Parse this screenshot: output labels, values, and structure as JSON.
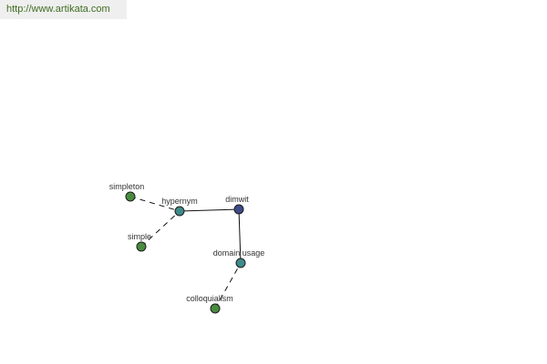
{
  "header": {
    "url": "http://www.artikata.com"
  },
  "graph": {
    "nodes": [
      {
        "id": "simpleton",
        "label": "simpleton",
        "kind": "word",
        "color": "#4a8c3f"
      },
      {
        "id": "hypernym",
        "label": "hypernym",
        "kind": "relation",
        "color": "#3f8a8a"
      },
      {
        "id": "dimwit",
        "label": "dimwit",
        "kind": "root",
        "color": "#3d4a8a"
      },
      {
        "id": "simple",
        "label": "simple",
        "kind": "word",
        "color": "#4a8c3f"
      },
      {
        "id": "domainusage",
        "label": "domain usage",
        "kind": "relation",
        "color": "#3f8a8a"
      },
      {
        "id": "colloquialism",
        "label": "colloquialism",
        "kind": "word",
        "color": "#4a8c3f"
      }
    ],
    "edges": [
      {
        "from": "hypernym",
        "to": "dimwit",
        "style": "solid"
      },
      {
        "from": "dimwit",
        "to": "domainusage",
        "style": "solid"
      },
      {
        "from": "simpleton",
        "to": "hypernym",
        "style": "dashed"
      },
      {
        "from": "simple",
        "to": "hypernym",
        "style": "dashed"
      },
      {
        "from": "colloquialism",
        "to": "domainusage",
        "style": "dashed"
      }
    ]
  }
}
